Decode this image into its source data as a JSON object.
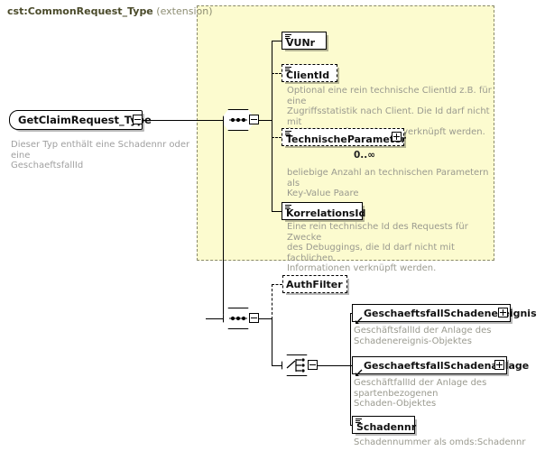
{
  "diagram": {
    "kind": "xsd-schema-diagram",
    "root": {
      "name": "GetClaimRequest_Type",
      "annotation": "Dieser Typ enthält eine Schadennr oder eine\nGeschaeftsfallId",
      "expander": "minus"
    },
    "group_box": {
      "title_main": "cst:CommonRequest_Type",
      "title_sub": "(extension)"
    },
    "compositors": {
      "sequence_upper": "sequence-compositor",
      "sequence_lower": "sequence-compositor",
      "choice": "choice-compositor"
    },
    "elements": [
      {
        "id": "vunr",
        "name": "VUNr",
        "optional": false,
        "icon": "element-icon",
        "expander": "none",
        "annotation": "",
        "cardinality": ""
      },
      {
        "id": "clientid",
        "name": "ClientId",
        "optional": true,
        "icon": "element-icon",
        "expander": "none",
        "annotation": "Optional eine rein technische ClientId z.B. für eine\nZugriffsstatistik nach Client. Die Id darf nicht mit\nfachlichen Informationen verknüpft werden.",
        "cardinality": ""
      },
      {
        "id": "technischeparameter",
        "name": "TechnischeParameter",
        "optional": true,
        "icon": "element-icon",
        "expander": "plus",
        "annotation": "beliebige Anzahl an technischen Parametern als\nKey-Value Paare",
        "cardinality": "0..∞"
      },
      {
        "id": "korrelationsid",
        "name": "KorrelationsId",
        "optional": false,
        "icon": "element-icon",
        "expander": "none",
        "annotation": "Eine rein technische Id des Requests für Zwecke\ndes Debuggings, die Id darf nicht mit fachlichen\nInformationen verknüpft werden.",
        "cardinality": ""
      },
      {
        "id": "authfilter",
        "name": "AuthFilter",
        "optional": true,
        "icon": "none",
        "expander": "none",
        "annotation": "",
        "cardinality": ""
      },
      {
        "id": "geschaeftsfallschadenereignis",
        "name": "GeschaeftsfallSchadenereignis",
        "optional": false,
        "icon": "reference-icon",
        "expander": "plus",
        "annotation": "GeschäftsfallId der Anlage des\nSchadenereignis-Objektes",
        "cardinality": ""
      },
      {
        "id": "geschaeftsfallschadenanlage",
        "name": "GeschaeftsfallSchadenanlage",
        "optional": false,
        "icon": "reference-icon",
        "expander": "plus",
        "annotation": "GeschäftfallId der Anlage des spartenbezogenen\nSchaden-Objektes",
        "cardinality": ""
      },
      {
        "id": "schadennr",
        "name": "Schadennr",
        "optional": false,
        "icon": "element-icon",
        "expander": "none",
        "annotation": "Schadennummer als omds:Schadennr",
        "cardinality": ""
      }
    ],
    "colors": {
      "group_background": "#fcfbcf",
      "group_border": "#8a8a6a",
      "node_border": "#000000",
      "annotation_text": "#9a9a8f",
      "title_main": "#4a4a2a",
      "title_sub": "#8d8d73"
    }
  }
}
